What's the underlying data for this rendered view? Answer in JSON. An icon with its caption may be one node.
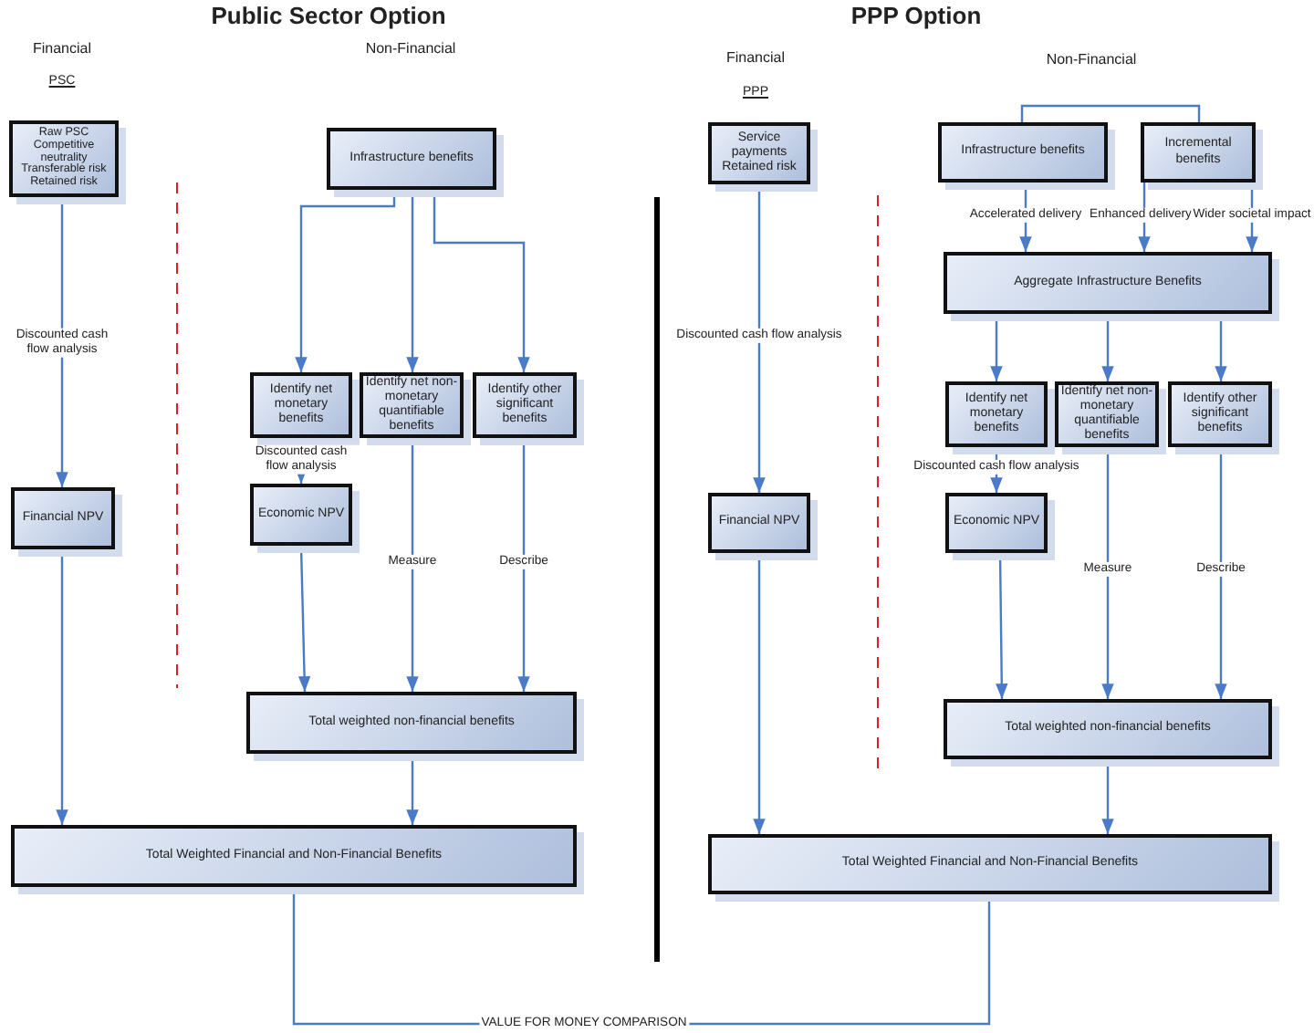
{
  "diagram": {
    "nodes": [
      {
        "text": [
          "Raw PSC Competitive neutrality Transferable risk Retained risk"
        ]
      },
      {
        "text": [
          "Infrastructure benefits"
        ]
      },
      {
        "text": [
          "Identify net monetary benefits"
        ]
      },
      {
        "text": [
          "Identify net non-monetary quantifiable benefits"
        ]
      },
      {
        "text": [
          "Identify other significant benefits"
        ]
      },
      {
        "text": [
          "Financial NPV"
        ]
      },
      {
        "text": [
          "Economic NPV"
        ]
      },
      {
        "text": [
          "Total weighted non-financial benefits"
        ]
      },
      {
        "text": [
          "Total Weighted Financial and Non-Financial Benefits"
        ]
      },
      {
        "text": [
          "Service payments Retained risk"
        ]
      },
      {
        "text": [
          "Infrastructure benefits"
        ]
      },
      {
        "text": [
          "Incremental benefits"
        ]
      },
      {
        "text": [
          "Aggregate Infrastructure Benefits"
        ]
      },
      {
        "text": [
          "Identify net monetary benefits"
        ]
      },
      {
        "text": [
          "Identify net non-monetary quantifiable benefits"
        ]
      },
      {
        "text": [
          "Identify other significant benefits"
        ]
      },
      {
        "text": [
          "Financial NPV"
        ]
      },
      {
        "text": [
          "Economic NPV"
        ]
      },
      {
        "text": [
          "Total weighted non-financial benefits"
        ]
      },
      {
        "text": [
          "Total Weighted Financial and Non-Financial Benefits"
        ]
      }
    ],
    "edges": [
      {
        "from": 0,
        "to": 5,
        "arrow": "to",
        "label": "Discounted cash flow analysis"
      },
      {
        "from": 1,
        "to": 2,
        "arrow": "to"
      },
      {
        "from": 1,
        "to": 3,
        "arrow": "to"
      },
      {
        "from": 1,
        "to": 4,
        "arrow": "to"
      },
      {
        "from": 2,
        "to": 6,
        "arrow": "to",
        "label": "Discounted cash flow analysis"
      },
      {
        "from": 6,
        "to": 7,
        "arrow": "to"
      },
      {
        "from": 3,
        "to": 7,
        "arrow": "to",
        "label": "Measure"
      },
      {
        "from": 4,
        "to": 7,
        "arrow": "to",
        "label": "Describe"
      },
      {
        "from": 5,
        "to": 8,
        "arrow": "to"
      },
      {
        "from": 7,
        "to": 8,
        "arrow": "to"
      },
      {
        "from": 9,
        "to": 16,
        "arrow": "to",
        "label": "Discounted cash flow analysis"
      },
      {
        "from": 10,
        "to": 11,
        "arrow": "none"
      },
      {
        "from": 10,
        "to": 12,
        "arrow": "to",
        "label": "Accelerated delivery"
      },
      {
        "from": 11,
        "to": 12,
        "arrow": "to",
        "label": "Enhanced delivery"
      },
      {
        "from": 11,
        "to": 12,
        "arrow": "to",
        "label": "Wider societal impact"
      },
      {
        "from": 12,
        "to": 13,
        "arrow": "to"
      },
      {
        "from": 12,
        "to": 14,
        "arrow": "to"
      },
      {
        "from": 12,
        "to": 15,
        "arrow": "to"
      },
      {
        "from": 13,
        "to": 17,
        "arrow": "to",
        "label": "Discounted cash flow analysis"
      },
      {
        "from": 17,
        "to": 18,
        "arrow": "to"
      },
      {
        "from": 14,
        "to": 18,
        "arrow": "to",
        "label": "Measure"
      },
      {
        "from": 15,
        "to": 18,
        "arrow": "to",
        "label": "Describe"
      },
      {
        "from": 16,
        "to": 19,
        "arrow": "to"
      },
      {
        "from": 18,
        "to": 19,
        "arrow": "to"
      },
      {
        "from": 8,
        "to": 19,
        "arrow": "none",
        "label": "VALUE FOR MONEY COMPARISON"
      }
    ],
    "labels": [
      "Public Sector Option",
      "Financial",
      "PSC",
      "Non-Financial",
      "PPP Option",
      "Financial",
      "PPP",
      "Non-Financial"
    ]
  }
}
